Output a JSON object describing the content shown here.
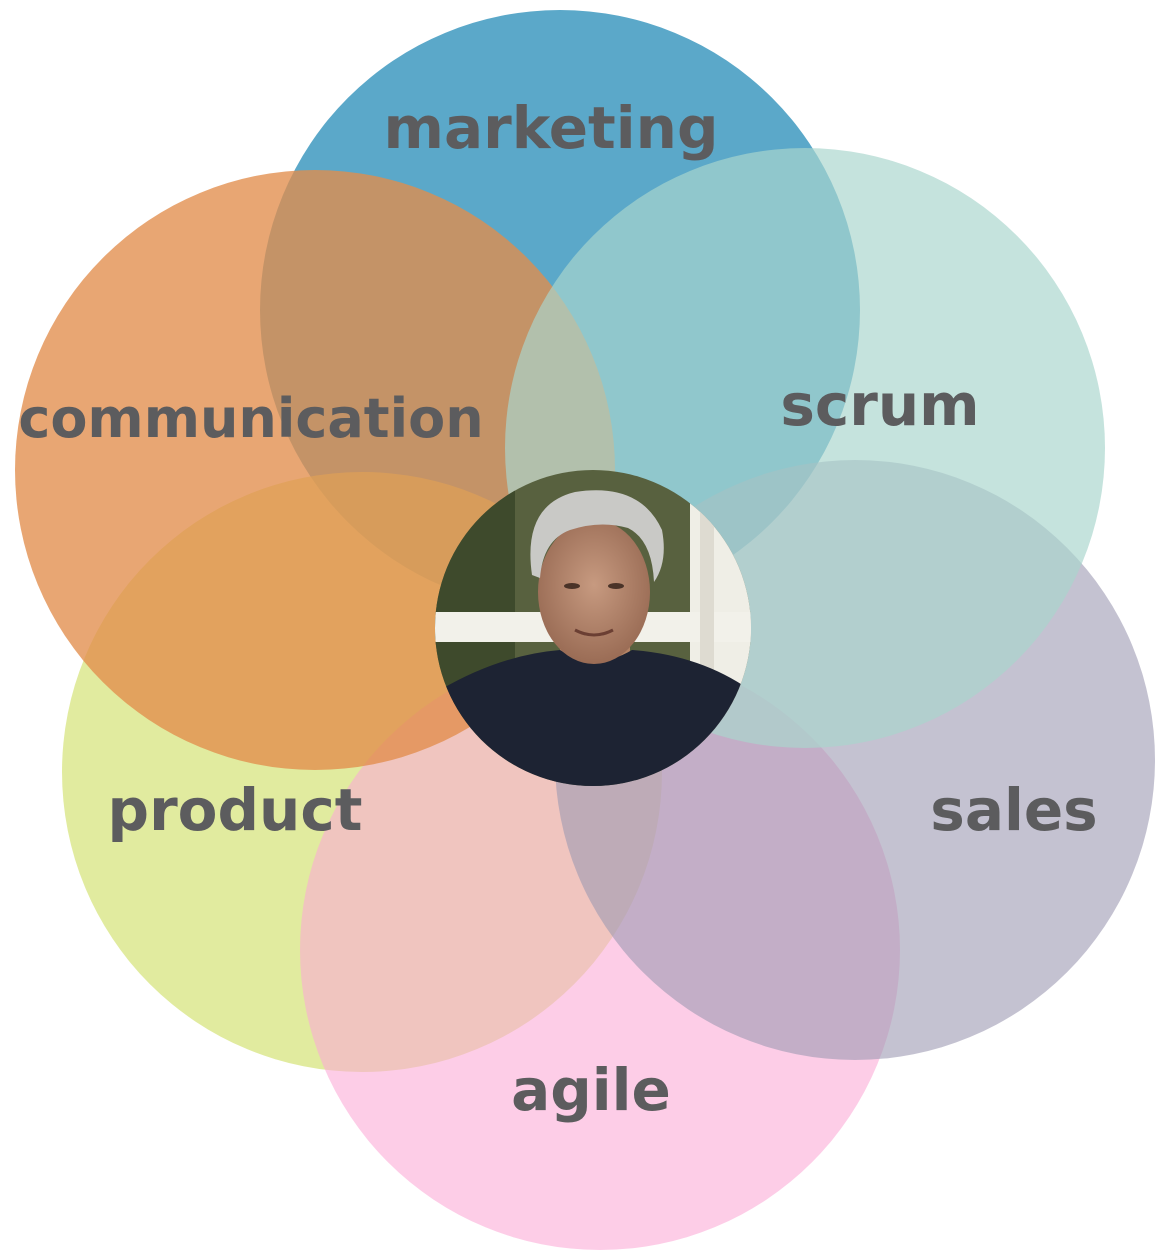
{
  "circles": [
    {
      "label": "marketing",
      "color": "#5ba8c9",
      "opacity": 1.0
    },
    {
      "label": "scrum",
      "color": "#a9d5cd",
      "opacity": 0.68
    },
    {
      "label": "communication",
      "color": "#e18d4c",
      "opacity": 0.78
    },
    {
      "label": "product",
      "color": "#d6e37a",
      "opacity": 0.72
    },
    {
      "label": "sales",
      "color": "#9c9ab3",
      "opacity": 0.6
    },
    {
      "label": "agile",
      "color": "#fca8d6",
      "opacity": 0.58
    }
  ],
  "portrait": {
    "description": "center-portrait-photo"
  }
}
